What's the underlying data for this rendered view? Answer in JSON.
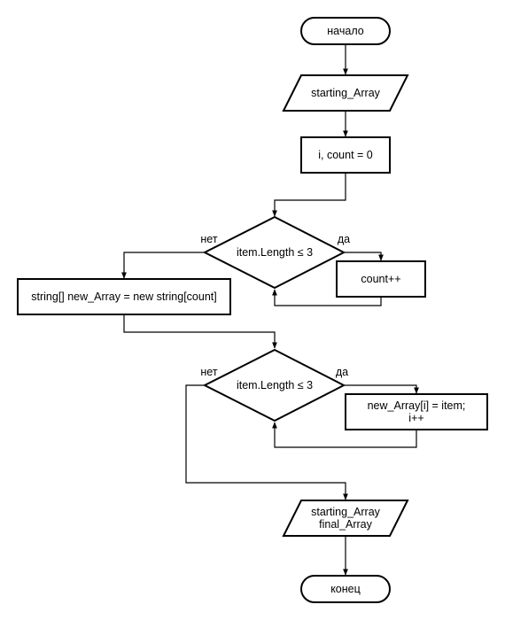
{
  "flowchart": {
    "start": "начало",
    "input": "starting_Array",
    "init": "i, count = 0",
    "condition1": "item.Length ≤ 3",
    "condition1_no": "нет",
    "condition1_yes": "да",
    "count_step": "count++",
    "new_array": "string[] new_Array = new string[count]",
    "condition2": "item.Length ≤ 3",
    "condition2_no": "нет",
    "condition2_yes": "да",
    "assign_line1": "new_Array[i] = item;",
    "assign_line2": "i++",
    "output_line1": "starting_Array",
    "output_line2": "final_Array",
    "end": "конец"
  }
}
